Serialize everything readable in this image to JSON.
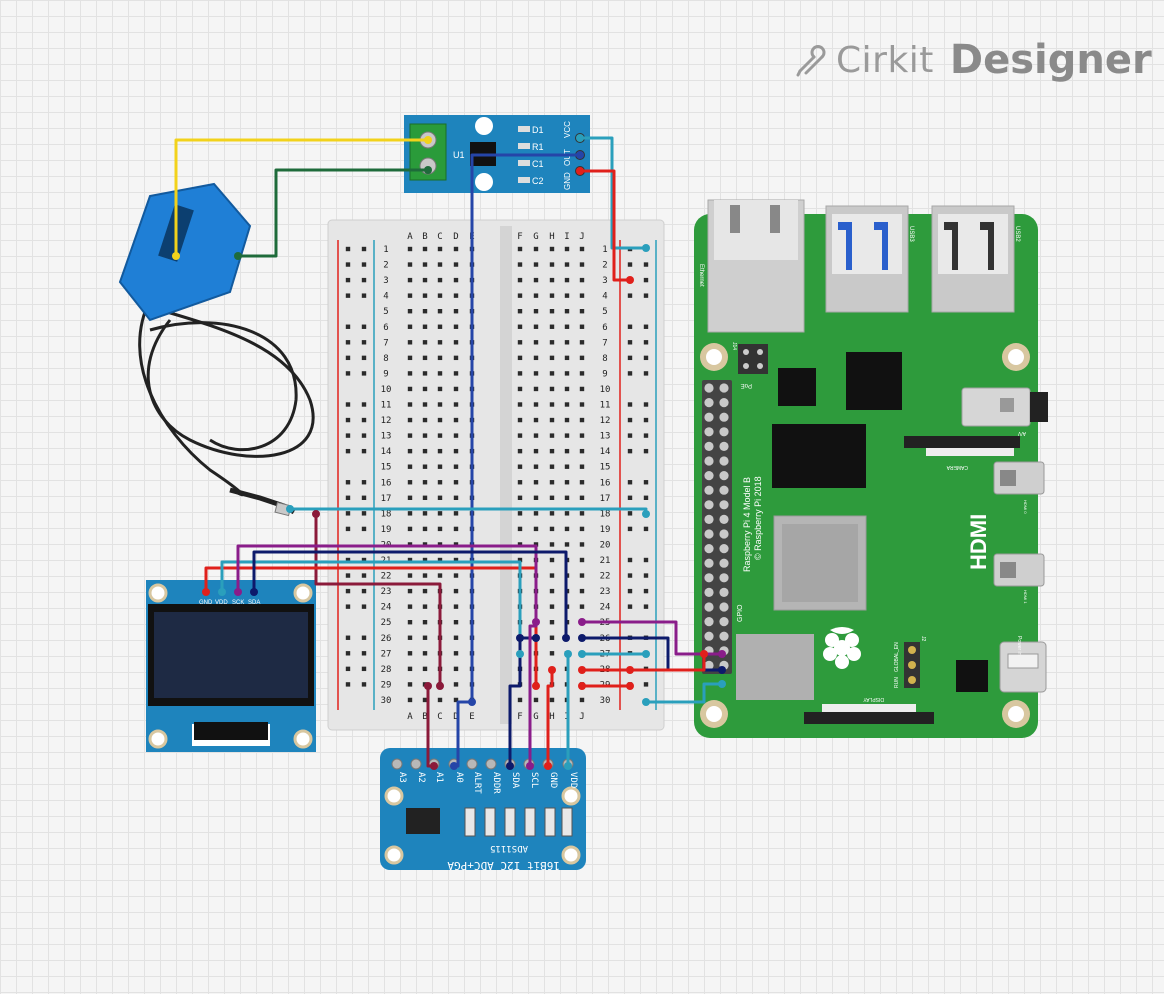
{
  "brand": {
    "name_part1": "Cirkit",
    "name_part2": "Designer"
  },
  "current_sensor_module": {
    "chip_label": "U1",
    "part_labels": [
      "D1",
      "R1",
      "C1",
      "C2"
    ],
    "pin_labels": [
      "VCC",
      "OUT",
      "GND"
    ]
  },
  "breadboard": {
    "columns_left": [
      "A",
      "B",
      "C",
      "D",
      "E"
    ],
    "columns_right": [
      "F",
      "G",
      "H",
      "I",
      "J"
    ],
    "rows": 30
  },
  "oled": {
    "pin_labels": [
      "GND",
      "VDD",
      "SCK",
      "SDA"
    ]
  },
  "adc": {
    "pin_labels": [
      "A3",
      "A2",
      "A1",
      "A0",
      "ALRT",
      "ADDR",
      "SDA",
      "SCL",
      "GND",
      "VDD"
    ],
    "title": "16Bit I2C ADC+PGA",
    "part": "ADS1115"
  },
  "raspberry_pi": {
    "model": "Raspberry Pi 4 Model B",
    "copyright": "© Raspberry Pi 2018",
    "hdmi": "HDMI",
    "gpio": "GPIO",
    "labels": {
      "ethernet": "Ethernet",
      "usb3": "USB3",
      "usb2": "USB2",
      "poe": "PoE",
      "j14": "J14",
      "camera": "CAMERA",
      "display": "DISPLAY",
      "av": "A/V",
      "power": "Power in",
      "hdmi0": "HDMI 0",
      "hdmi1": "HDMI 1",
      "j2": "J2",
      "global_en": "GLOBAL_EN",
      "run": "RUN"
    }
  },
  "colors": {
    "wire_yellow": "#f2d21b",
    "wire_green": "#1e6b3a",
    "wire_cyan": "#2a9fbc",
    "wire_red": "#e0201b",
    "wire_navy": "#0d1a6b",
    "wire_purple": "#8a1d8a",
    "wire_maroon": "#8b1a3a",
    "wire_blue": "#2545a8",
    "pcb_green": "#2e9b3c",
    "module_blue": "#1e84bd"
  }
}
